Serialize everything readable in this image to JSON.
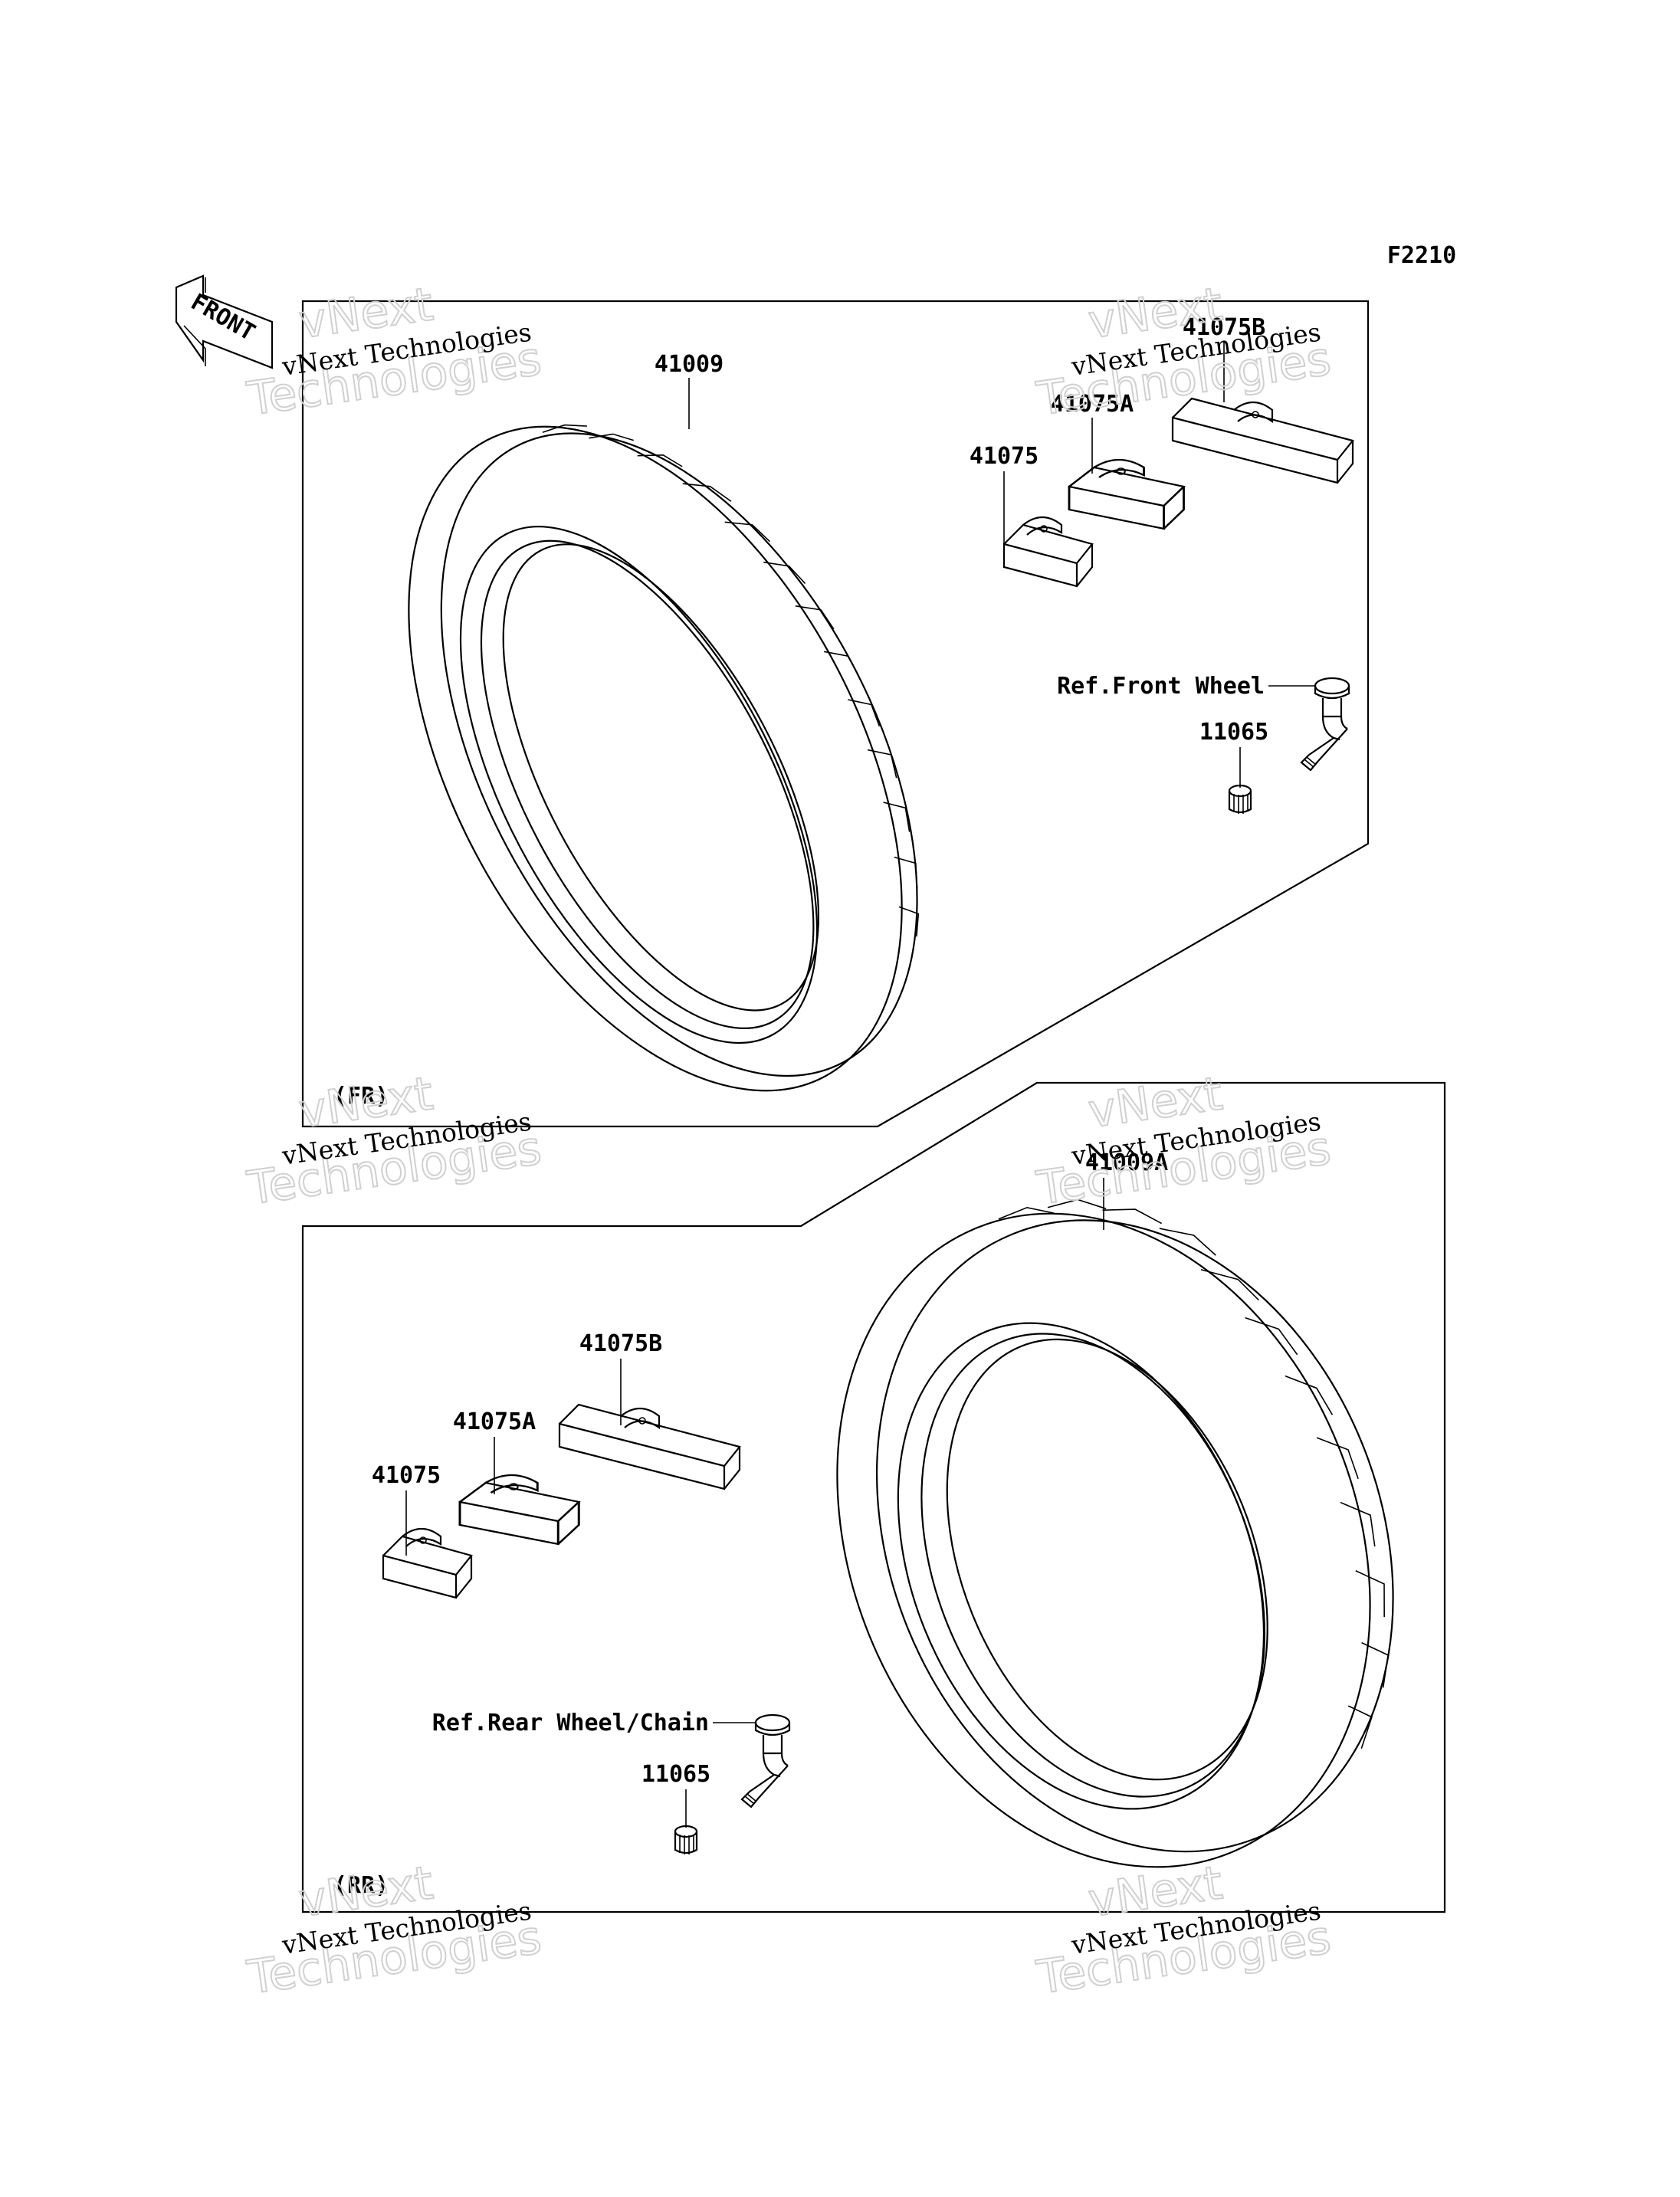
{
  "figure_code": "F2210",
  "front_arrow_label": "FRONT",
  "sections": {
    "front": {
      "label": "(FR)",
      "tire_part": "41009",
      "weights": [
        "41075",
        "41075A",
        "41075B"
      ],
      "valve_ref": "Ref.Front Wheel",
      "valve_part": "11065"
    },
    "rear": {
      "label": "(RR)",
      "tire_part": "41009A",
      "weights": [
        "41075",
        "41075A",
        "41075B"
      ],
      "valve_ref": "Ref.Rear Wheel/Chain",
      "valve_part": "11065"
    }
  },
  "watermark": {
    "line1": "vNext Technologies",
    "line2": "vNext",
    "line3": "Technologies"
  }
}
